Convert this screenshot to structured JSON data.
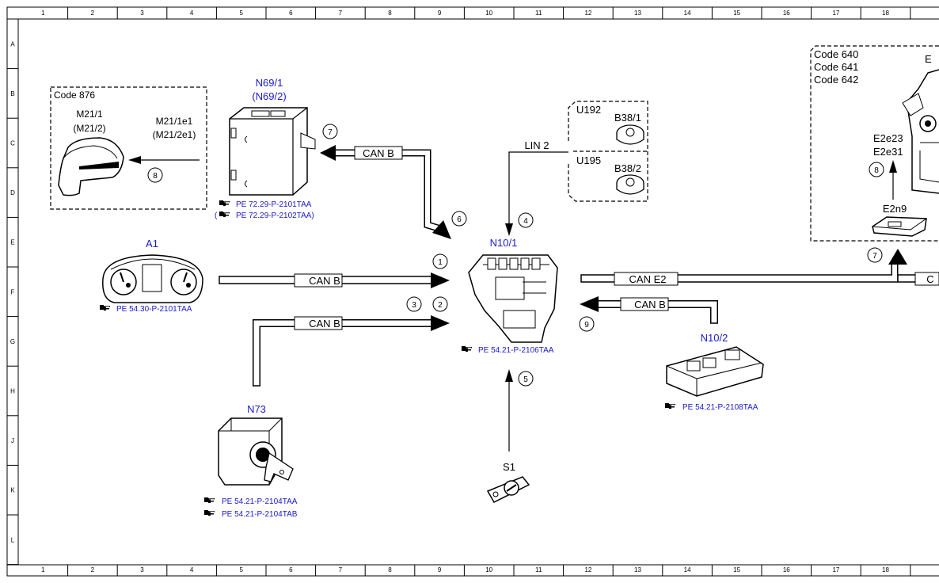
{
  "grid": {
    "columns": [
      "1",
      "2",
      "3",
      "4",
      "5",
      "6",
      "7",
      "8",
      "9",
      "10",
      "11",
      "12",
      "13",
      "14",
      "15",
      "16",
      "17",
      "18"
    ],
    "rows": [
      "A",
      "B",
      "C",
      "D",
      "E",
      "F",
      "G",
      "H",
      "J",
      "K",
      "L"
    ]
  },
  "components": {
    "m21_box": {
      "code": "Code 876",
      "label1": "M21/1",
      "label2": "(M21/2)",
      "label3": "M21/1e1",
      "label4": "(M21/2e1)",
      "circle": "8"
    },
    "n69": {
      "label1": "N69/1",
      "label2": "(N69/2)",
      "ref1": "PE 72.29-P-2101TAA",
      "ref2": "PE 72.29-P-2102TAA)",
      "ref2_prefix": "(",
      "circle": "7"
    },
    "a1": {
      "label": "A1",
      "ref": "PE 54.30-P-2101TAA"
    },
    "n73": {
      "label": "N73",
      "ref1": "PE 54.21-P-2104TAA",
      "ref2": "PE 54.21-P-2104TAB"
    },
    "n10_1": {
      "label": "N10/1",
      "ref": "PE 54.21-P-2106TAA"
    },
    "n10_2": {
      "label": "N10/2",
      "ref": "PE 54.21-P-2108TAA"
    },
    "s1": {
      "label": "S1"
    },
    "u_box": {
      "u192": "U192",
      "b38_1": "B38/1",
      "u195": "U195",
      "b38_2": "B38/2"
    },
    "code_box": {
      "line1": "Code 640",
      "line2": "Code 641",
      "line3": "Code 642",
      "e_label": "E",
      "e2e23": "E2e23",
      "e2e31": "E2e31",
      "e2n9": "E2n9",
      "circle8": "8",
      "circle7": "7"
    }
  },
  "buses": {
    "can_b_top": "CAN B",
    "can_b_a1": "CAN B",
    "can_b_n73": "CAN B",
    "can_b_n10_2": "CAN B",
    "can_e2": "CAN E2",
    "lin2": "LIN 2",
    "cut_label": "C"
  },
  "circles": {
    "c1": "1",
    "c2": "2",
    "c3": "3",
    "c4": "4",
    "c5": "5",
    "c6": "6",
    "c9": "9"
  }
}
